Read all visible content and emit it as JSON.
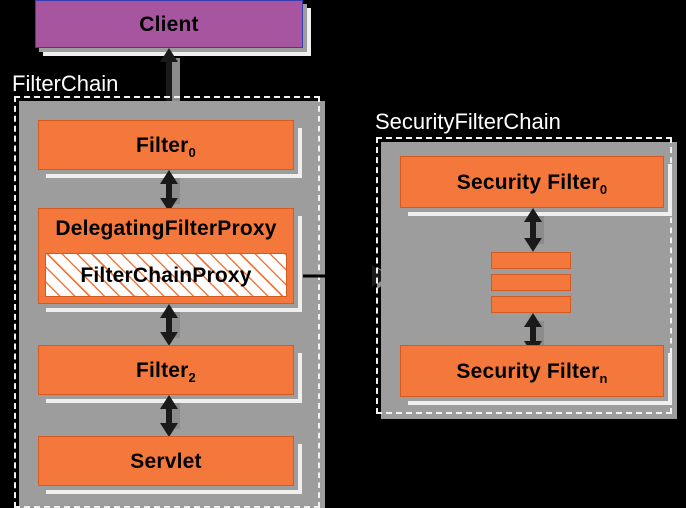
{
  "diagram": {
    "title": "Spring Security FilterChain / SecurityFilterChain architecture",
    "background_color": "#000000",
    "colors": {
      "filter_fill": "#f4783c",
      "filter_border": "#d35b22",
      "client_fill": "#a8559f",
      "client_border": "#3b3bb0",
      "shadow_mid": "#9d9d9d",
      "shadow_light": "#efefef",
      "group_border": "#1a1a1a",
      "group_label": "#ffffff",
      "hatch_fill": "#ffffff",
      "arrow": "#1a1a1a"
    }
  },
  "client": {
    "label": "Client"
  },
  "filter_chain": {
    "title": "FilterChain",
    "nodes": [
      {
        "label": "Filter",
        "subscript": "0"
      },
      {
        "label": "DelegatingFilterProxy",
        "subscript": ""
      },
      {
        "label": "Filter",
        "subscript": "2"
      },
      {
        "label": "Servlet",
        "subscript": ""
      }
    ],
    "inner_box": {
      "label": "FilterChainProxy"
    }
  },
  "security_filter_chain": {
    "title": "SecurityFilterChain",
    "nodes": [
      {
        "label": "Security Filter",
        "subscript": "0"
      },
      {
        "label": "Security Filter",
        "subscript": "n"
      }
    ],
    "stack_bars": 3
  },
  "arrows": {
    "client_to_filter0": "bidirectional-vertical",
    "filter0_to_delegating": "bidirectional-vertical",
    "delegating_to_filter2": "bidirectional-vertical",
    "filter2_to_servlet": "bidirectional-vertical",
    "proxy_to_security_chain": "right",
    "securityfilter0_to_stack": "bidirectional-vertical",
    "stack_to_securityfiltern": "bidirectional-vertical"
  }
}
